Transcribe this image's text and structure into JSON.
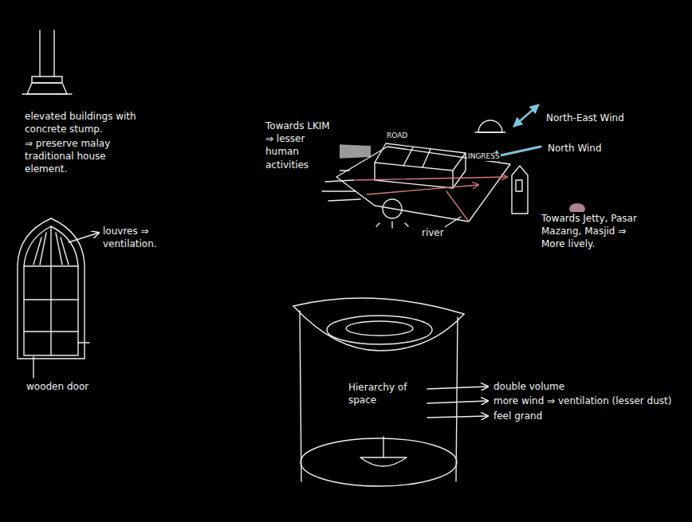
{
  "diagram": {
    "labels": [
      "elevated buildings with concrete stump.",
      "⇒ preserve malay traditional house element.",
      "louvres ⇒ ventilation.",
      "wooden door",
      "Towards LKIM ⇒ lesser human activities",
      "North-East Wind",
      "North Wind",
      "ROAD",
      "INGRESS",
      "river",
      "Towards Jetty, Pasar Mazang, Masjid ⇒ More lively.",
      "Hierarchy of space",
      "double volume",
      "more wind ⇒ ventilation (lesser dust)",
      "feel grand"
    ]
  }
}
